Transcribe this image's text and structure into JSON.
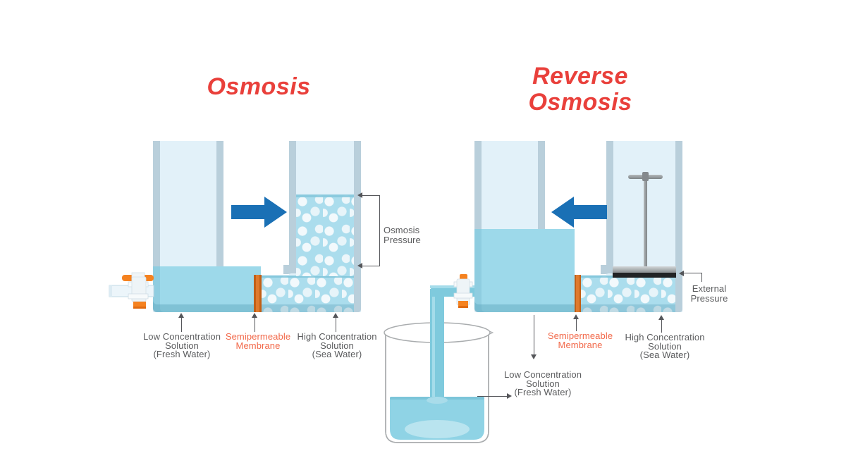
{
  "left": {
    "title": "Osmosis",
    "pressure": [
      "Osmosis",
      "Pressure"
    ],
    "low": [
      "Low Concentration",
      "Solution",
      "(Fresh Water)"
    ],
    "membrane": [
      "Semipermeable",
      "Membrane"
    ],
    "high": [
      "High Concentration",
      "Solution",
      "(Sea Water)"
    ]
  },
  "right": {
    "title": [
      "Reverse",
      "Osmosis"
    ],
    "external": [
      "External",
      "Pressure"
    ],
    "low": [
      "Low Concentration",
      "Solution",
      "(Fresh Water)"
    ],
    "membrane": [
      "Semipermeable",
      "Membrane"
    ],
    "high": [
      "High Concentration",
      "Solution",
      "(Sea Water)"
    ]
  },
  "colors": {
    "title_red": "#e9403b",
    "label_gray": "#5b5c5e",
    "label_orange": "#f26849",
    "membrane_orange": "#df7a2d",
    "arrow_blue": "#1a70b5",
    "water": "#9dd9ea",
    "sea": "#abdded",
    "glass": "#e2f1f9",
    "wall": "#b9cfdb",
    "valve_orange": "#f58220"
  }
}
